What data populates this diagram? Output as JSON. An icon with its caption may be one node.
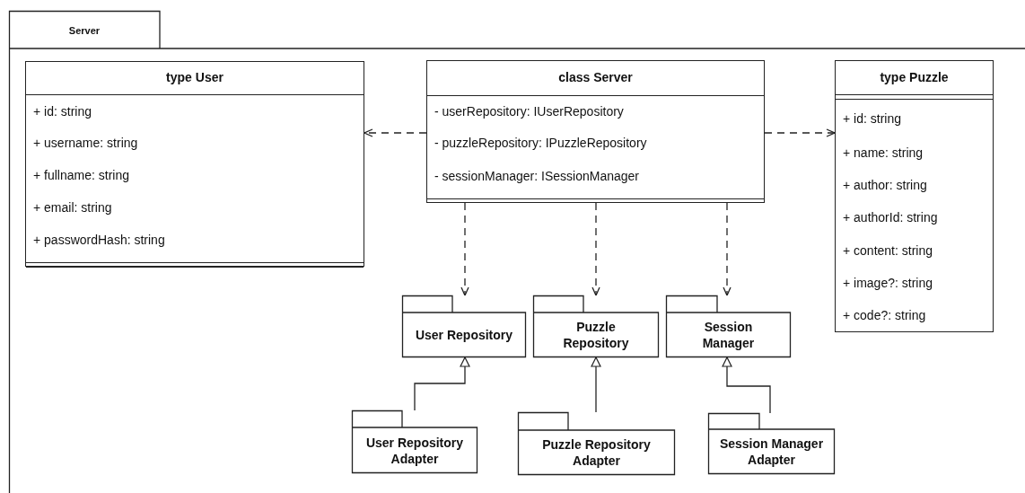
{
  "diagram": {
    "nodes": [
      {
        "text": [
          "Server"
        ]
      },
      {
        "text": [
          "type User",
          "+ id: string",
          "+ username: string",
          "+ fullname: string",
          "+ email: string",
          "+ passwordHash: string"
        ],
        "in": 0
      },
      {
        "text": [
          "class Server",
          "- userRepository: IUserRepository",
          "- puzzleRepository: IPuzzleRepository",
          "- sessionManager: ISessionManager"
        ],
        "in": 0
      },
      {
        "text": [
          "type Puzzle",
          "+ id: string",
          "+ name: string",
          "+ author: string",
          "+ authorId: string",
          "+ content: string",
          "+ image?: string",
          "+ code?: string"
        ],
        "in": 0
      },
      {
        "text": [
          "User Repository"
        ],
        "in": 0
      },
      {
        "text": [
          "Puzzle Repository"
        ],
        "in": 0
      },
      {
        "text": [
          "Session Manager"
        ],
        "in": 0
      },
      {
        "text": [
          "User Repository Adapter"
        ],
        "in": 0
      },
      {
        "text": [
          "Puzzle Repository Adapter"
        ],
        "in": 0
      },
      {
        "text": [
          "Session Manager Adapter"
        ],
        "in": 0
      }
    ],
    "edges": [
      {
        "from": 2,
        "to": 1,
        "arrow": "to",
        "style": "dashed"
      },
      {
        "from": 2,
        "to": 3,
        "arrow": "to",
        "style": "dashed"
      },
      {
        "from": 2,
        "to": 4,
        "arrow": "to",
        "style": "dashed"
      },
      {
        "from": 2,
        "to": 5,
        "arrow": "to",
        "style": "dashed"
      },
      {
        "from": 2,
        "to": 6,
        "arrow": "to",
        "style": "dashed"
      },
      {
        "from": 7,
        "to": 4,
        "arrow": "to"
      },
      {
        "from": 8,
        "to": 5,
        "arrow": "to"
      },
      {
        "from": 9,
        "to": 6,
        "arrow": "to"
      }
    ]
  }
}
